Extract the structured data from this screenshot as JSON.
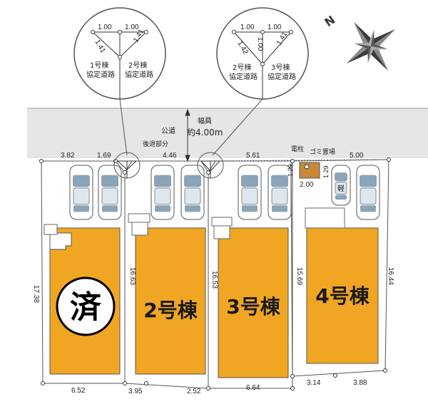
{
  "road": {
    "label": "公道",
    "width_title": "幅員",
    "width_value": "約4.00m",
    "setback_label": "後退部分"
  },
  "insets": [
    {
      "top_left": "1.00",
      "top_right": "1.00",
      "diag_left": "1.41",
      "diag_right": "1.41",
      "left_label": [
        "1号棟",
        "協定道路"
      ],
      "right_label": [
        "2号棟",
        "協定道路"
      ]
    },
    {
      "top_left": "1.00",
      "top_right": "1.00",
      "diag_left": "1.42",
      "vertical": "1.00",
      "diag_right": "1.41",
      "left_label": [
        "2号棟",
        "協定道路"
      ],
      "right_label": [
        "3号棟",
        "協定道路"
      ]
    }
  ],
  "lots": [
    {
      "label": "済",
      "sold": true
    },
    {
      "label": "2号棟"
    },
    {
      "label": "3号棟"
    },
    {
      "label": "4号棟"
    }
  ],
  "top_dims": [
    "3.82",
    "1.69",
    "4.46",
    "5.61",
    "5.00"
  ],
  "side_dims": [
    "17.38",
    "16.63",
    "16.53",
    "15.69",
    "16.44"
  ],
  "bottom_dims": [
    "6.52",
    "3.95",
    "2.52",
    "6.64",
    "3.14",
    "3.88"
  ],
  "features": {
    "pole_label": "電柱",
    "garbage_label": "ゴミ置場",
    "garbage_w": "2.00",
    "garbage_d_left": "1.29",
    "garbage_d_right": "1.29",
    "light_car": "軽"
  },
  "colors": {
    "lot_fill": "#f0a623",
    "road_fill": "#e6e6e6",
    "line": "#555555",
    "garbage_fill": "#c8893a",
    "compass": "#3a3a3a"
  },
  "compass": {
    "north": "N"
  }
}
